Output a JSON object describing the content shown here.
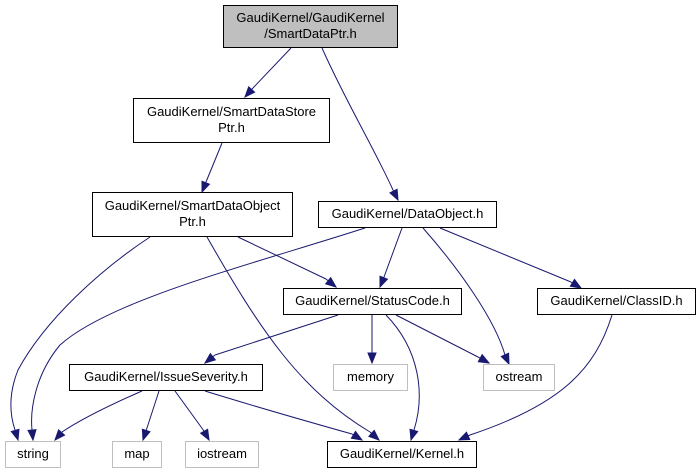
{
  "graph": {
    "title": "Include dependency graph for GaudiKernel/GaudiKernel/SmartDataPtr.h",
    "edge_color": "#191970",
    "node_fill_root": "#bfbfbf",
    "node_border_internal": "#000000",
    "node_border_external": "#bfbfbf",
    "nodes": [
      {
        "id": "root",
        "lines": [
          "GaudiKernel/GaudiKernel",
          "/SmartDataPtr.h"
        ],
        "kind": "root"
      },
      {
        "id": "sdstore",
        "lines": [
          "GaudiKernel/SmartDataStore",
          "Ptr.h"
        ],
        "kind": "internal"
      },
      {
        "id": "sdobject",
        "lines": [
          "GaudiKernel/SmartDataObject",
          "Ptr.h"
        ],
        "kind": "internal"
      },
      {
        "id": "dataobject",
        "lines": [
          "GaudiKernel/DataObject.h"
        ],
        "kind": "internal"
      },
      {
        "id": "statuscode",
        "lines": [
          "GaudiKernel/StatusCode.h"
        ],
        "kind": "internal"
      },
      {
        "id": "classid",
        "lines": [
          "GaudiKernel/ClassID.h"
        ],
        "kind": "internal"
      },
      {
        "id": "issueseverity",
        "lines": [
          "GaudiKernel/IssueSeverity.h"
        ],
        "kind": "internal"
      },
      {
        "id": "memory",
        "lines": [
          "memory"
        ],
        "kind": "external"
      },
      {
        "id": "ostream",
        "lines": [
          "ostream"
        ],
        "kind": "external"
      },
      {
        "id": "string",
        "lines": [
          "string"
        ],
        "kind": "external"
      },
      {
        "id": "map",
        "lines": [
          "map"
        ],
        "kind": "external"
      },
      {
        "id": "iostream",
        "lines": [
          "iostream"
        ],
        "kind": "external"
      },
      {
        "id": "kernel",
        "lines": [
          "GaudiKernel/Kernel.h"
        ],
        "kind": "internal"
      }
    ],
    "edges": [
      {
        "from": "root",
        "to": "sdstore"
      },
      {
        "from": "root",
        "to": "dataobject"
      },
      {
        "from": "sdstore",
        "to": "sdobject"
      },
      {
        "from": "sdobject",
        "to": "string"
      },
      {
        "from": "sdobject",
        "to": "kernel"
      },
      {
        "from": "sdobject",
        "to": "statuscode"
      },
      {
        "from": "dataobject",
        "to": "string"
      },
      {
        "from": "dataobject",
        "to": "statuscode"
      },
      {
        "from": "dataobject",
        "to": "ostream"
      },
      {
        "from": "dataobject",
        "to": "classid"
      },
      {
        "from": "statuscode",
        "to": "issueseverity"
      },
      {
        "from": "statuscode",
        "to": "memory"
      },
      {
        "from": "statuscode",
        "to": "kernel"
      },
      {
        "from": "statuscode",
        "to": "ostream"
      },
      {
        "from": "classid",
        "to": "kernel"
      },
      {
        "from": "issueseverity",
        "to": "string"
      },
      {
        "from": "issueseverity",
        "to": "map"
      },
      {
        "from": "issueseverity",
        "to": "iostream"
      },
      {
        "from": "issueseverity",
        "to": "kernel"
      }
    ]
  }
}
